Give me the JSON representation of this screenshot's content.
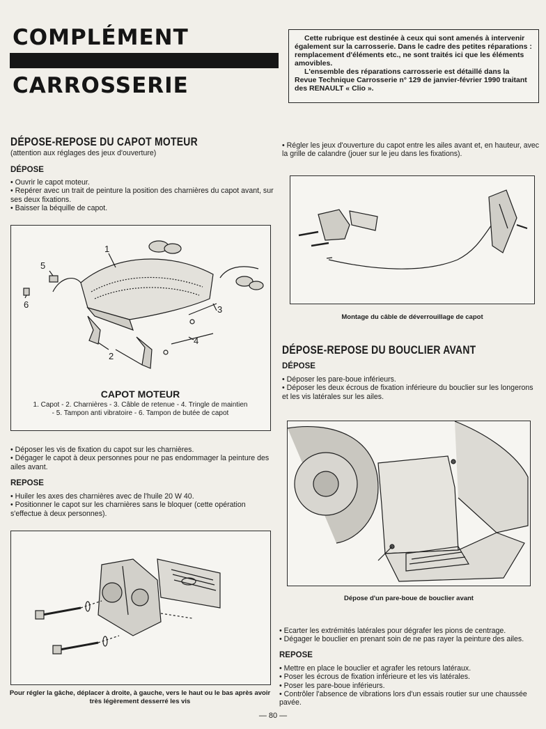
{
  "header": {
    "title_line1": "COMPLÉMENT",
    "title_line2": "CARROSSERIE"
  },
  "intro": {
    "p1": "Cette rubrique est destinée à ceux qui sont amenés à intervenir également sur la carrosserie. Dans le cadre des petites réparations : remplacement d'éléments etc., ne sont traités ici que les éléments amovibles.",
    "p2": "L'ensemble des réparations carrosserie est détaillé dans la Revue Technique Carrosserie n° 129 de janvier-février 1990 traitant des RENAULT « Clio »."
  },
  "section1": {
    "title": "DÉPOSE-REPOSE DU CAPOT MOTEUR",
    "subtitle": "(attention aux réglages des jeux d'ouverture)",
    "depose_heading": "DÉPOSE",
    "depose_bullets": [
      "• Ouvrir le capot moteur.",
      "• Repérer avec un trait de peinture la position des charnières du capot avant, sur ses deux fixations.",
      "• Baisser la béquille de capot."
    ],
    "figure1": {
      "title": "CAPOT MOTEUR",
      "legend_line1": "1. Capot - 2. Charnières - 3. Câble de retenue - 4. Tringle de maintien",
      "legend_line2": "- 5. Tampon anti vibratoire - 6. Tampon de butée de capot",
      "labels": [
        "1",
        "2",
        "3",
        "4",
        "5",
        "6"
      ]
    },
    "after_bullets": [
      "• Déposer les vis de fixation du capot sur les charnières.",
      "• Dégager le capot à deux personnes pour ne pas endommager la peinture des ailes avant."
    ],
    "repose_heading": "REPOSE",
    "repose_bullets": [
      "• Huiler les axes des charnières avec de l'huile 20 W 40.",
      "• Positionner le capot sur les charnières sans le bloquer (cette opération s'effectue à deux personnes)."
    ],
    "figure2_caption": "Pour régler la gâche, déplacer à droite, à gauche, vers le haut ou le bas après avoir très légèrement desserré les vis"
  },
  "right_column": {
    "top_bullet": "• Régler les jeux d'ouverture du capot entre les ailes avant et, en hauteur, avec la grille de calandre (jouer sur le jeu dans les fixations).",
    "figure3_caption": "Montage du câble de déverrouillage de capot"
  },
  "section2": {
    "title": "DÉPOSE-REPOSE DU BOUCLIER AVANT",
    "depose_heading": "DÉPOSE",
    "depose_bullets": [
      "• Déposer les pare-boue inférieurs.",
      "• Déposer les deux écrous de fixation inférieure du bouclier sur les longerons et les vis latérales sur les ailes."
    ],
    "figure4_caption": "Dépose d'un pare-boue de bouclier avant",
    "after_bullets": [
      "• Ecarter les extrémités latérales pour dégrafer les pions de centrage.",
      "• Dégager le bouclier en prenant soin de ne pas rayer la peinture des ailes."
    ],
    "repose_heading": "REPOSE",
    "repose_bullets": [
      "• Mettre en place le bouclier et agrafer les retours latéraux.",
      "• Poser les écrous de fixation inférieure et les vis latérales.",
      "• Poser les pare-boue inférieurs.",
      "• Contrôler l'absence de vibrations lors d'un essais routier sur une chaussée pavée."
    ]
  },
  "footer": {
    "page_number": "— 80 —"
  }
}
